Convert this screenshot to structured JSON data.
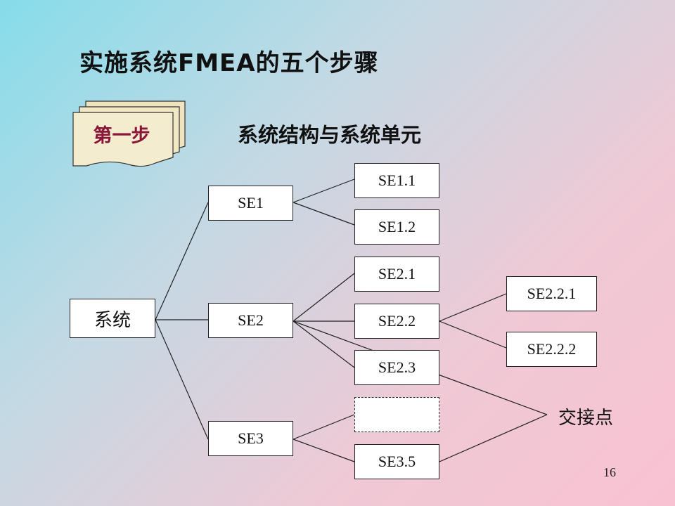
{
  "title": "实施系统FMEA的五个步骤",
  "step": {
    "label": "第一步",
    "heading": "系统结构与系统单元"
  },
  "nodes": {
    "root": "系统",
    "se1": "SE1",
    "se2": "SE2",
    "se3": "SE3",
    "se1_1": "SE1.1",
    "se1_2": "SE1.2",
    "se2_1": "SE2.1",
    "se2_2": "SE2.2",
    "se2_3": "SE2.3",
    "se3_empty": "",
    "se3_5": "SE3.5",
    "se2_2_1": "SE2.2.1",
    "se2_2_2": "SE2.2.2"
  },
  "callout": "交接点",
  "page_number": "16",
  "colors": {
    "step_text": "#8b1538",
    "step_paper": "#f3ebc8"
  }
}
